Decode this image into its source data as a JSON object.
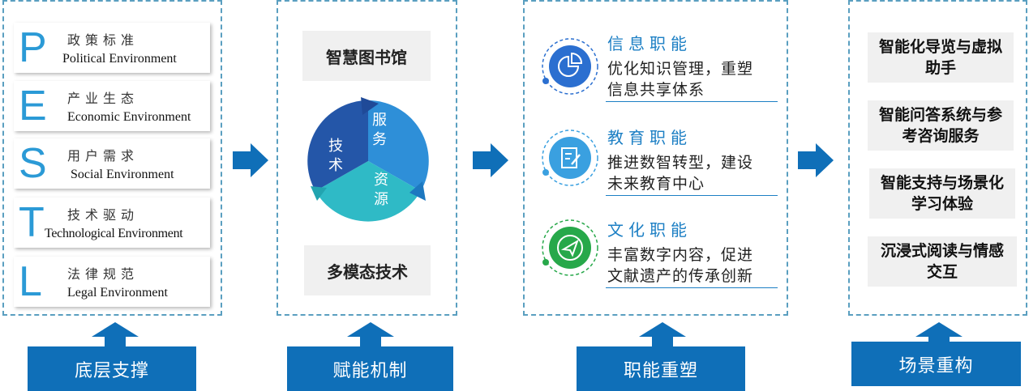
{
  "pest": [
    {
      "letter": "P",
      "cn": "政策标准",
      "en": "Political Environment"
    },
    {
      "letter": "E",
      "cn": "产业生态",
      "en": "Economic Environment"
    },
    {
      "letter": "S",
      "cn": "用户需求",
      "en": "Social Environment"
    },
    {
      "letter": "T",
      "cn": "技术驱动",
      "en": "Technological Environment"
    },
    {
      "letter": "L",
      "cn": "法律规范",
      "en": "Legal Environment"
    }
  ],
  "mechanism": {
    "top_box": "智慧图书馆",
    "bottom_box": "多模态技术",
    "cycle": {
      "left": "技术",
      "top_right": "服务",
      "bottom_right": "资源"
    }
  },
  "functions": [
    {
      "title": "信息职能",
      "line1": "优化知识管理，重塑",
      "line2": "信息共享体系",
      "icon": "pie-chart-icon"
    },
    {
      "title": "教育职能",
      "line1": "推进数智转型，建设",
      "line2": "未来教育中心",
      "icon": "document-edit-icon"
    },
    {
      "title": "文化职能",
      "line1": "丰富数字内容，促进",
      "line2": "文献遗产的传承创新",
      "icon": "paper-plane-icon"
    }
  ],
  "scenes": [
    {
      "line1": "智能化导览与虚拟",
      "line2": "助手"
    },
    {
      "line1": "智能问答系统与参",
      "line2": "考咨询服务"
    },
    {
      "line1": "智能支持与场景化",
      "line2": "学习体验"
    },
    {
      "line1": "沉浸式阅读与情感",
      "line2": "交互"
    }
  ],
  "bottom_labels": {
    "p1": "底层支撑",
    "p2": "赋能机制",
    "p3": "职能重塑",
    "p4": "场景重构"
  },
  "colors": {
    "accent": "#0f6fb8",
    "letter": "#2b9ad6",
    "dash": "#5a9fc0"
  }
}
